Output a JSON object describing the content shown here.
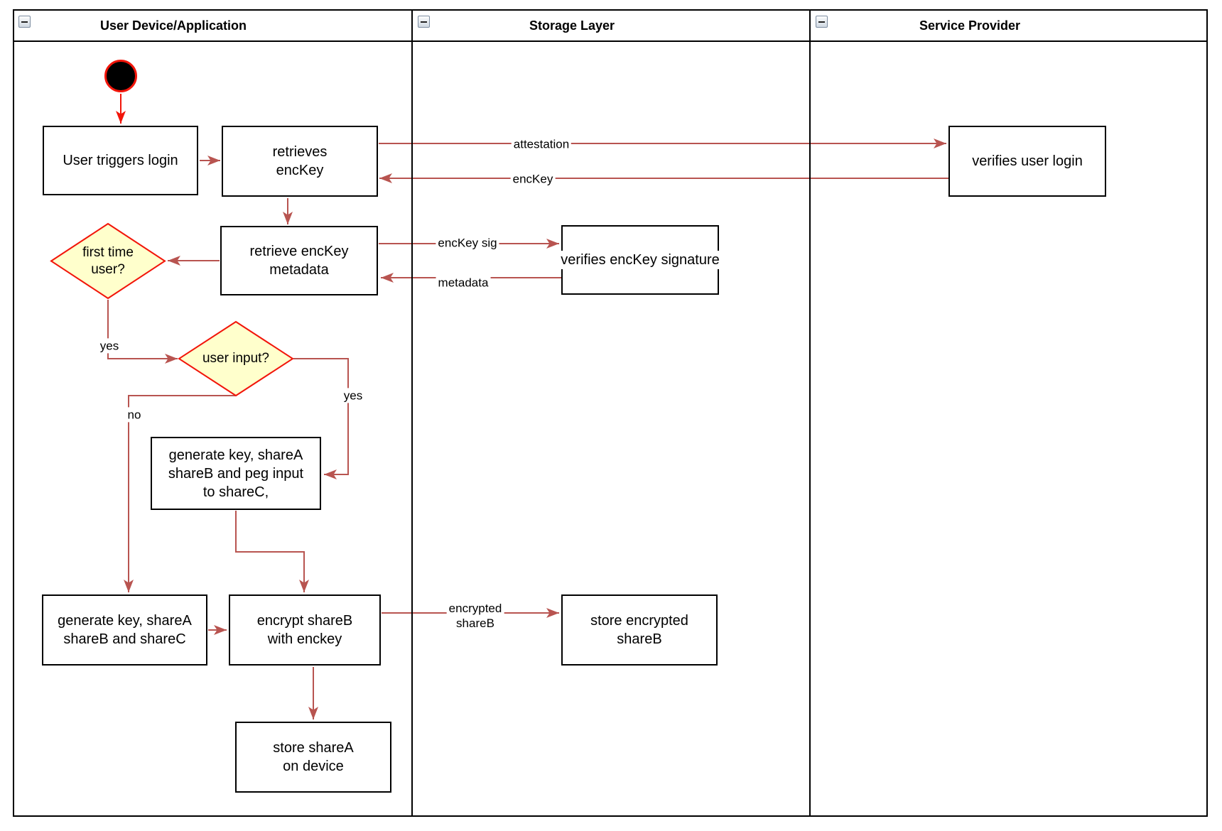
{
  "lanes": [
    {
      "title": "User Device/Application"
    },
    {
      "title": "Storage Layer"
    },
    {
      "title": "Service Provider"
    }
  ],
  "nodes": {
    "user_triggers_login": {
      "label": "User triggers login"
    },
    "retrieves_enckey": {
      "label": "retrieves\nencKey"
    },
    "verifies_user_login": {
      "label": "verifies user login"
    },
    "retrieve_enckey_metadata": {
      "label": "retrieve encKey\nmetadata"
    },
    "verifies_enckey_signature": {
      "label": "verifies encKey signature"
    },
    "first_time_user": {
      "label": "first time\nuser?"
    },
    "user_input": {
      "label": "user input?"
    },
    "generate_key_peg_input": {
      "label": "generate key, shareA\nshareB and peg input\nto shareC,"
    },
    "generate_key_sharec": {
      "label": "generate key, shareA\nshareB and shareC"
    },
    "encrypt_shareb": {
      "label": "encrypt shareB\nwith enckey"
    },
    "store_encrypted_shareb": {
      "label": "store encrypted\nshareB"
    },
    "store_sharea": {
      "label": "store shareA\non device"
    }
  },
  "edge_labels": {
    "attestation": "attestation",
    "enckey": "encKey",
    "enckey_sig": "encKey sig",
    "metadata": "metadata",
    "first_time_yes": "yes",
    "user_input_no": "no",
    "user_input_yes": "yes",
    "encrypted_shareb": "encrypted\nshareB"
  },
  "colors": {
    "arrow": "#b85450",
    "start_red": "#f2150a",
    "decision_fill": "#ffffcc",
    "decision_stroke": "#f2150a",
    "shape_border": "#000000",
    "lane_border": "#000000"
  }
}
